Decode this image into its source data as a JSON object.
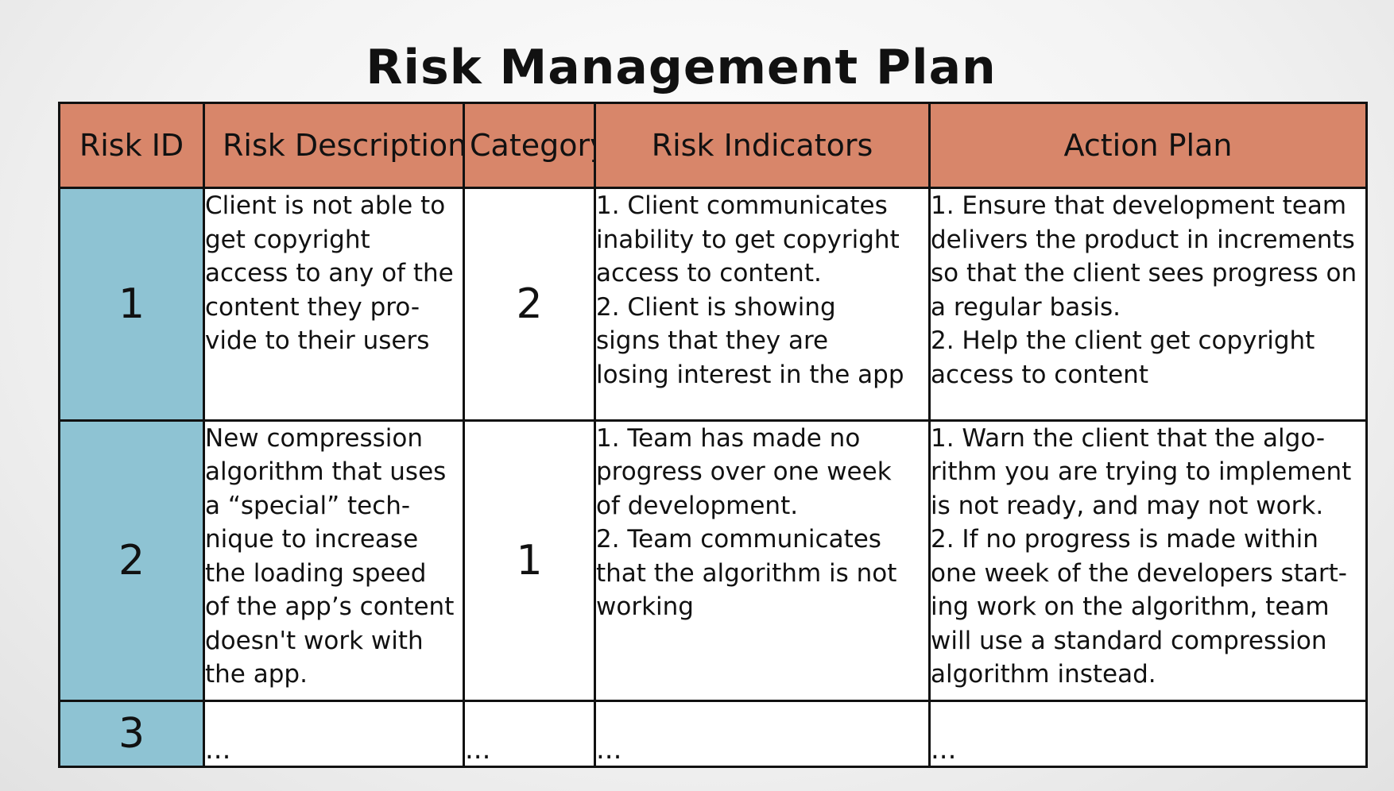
{
  "title": "Risk Management Plan",
  "colors": {
    "header_bg": "#d8866a",
    "id_column_bg": "#8ec3d3",
    "border": "#111111"
  },
  "table": {
    "headers": {
      "risk_id": "Risk ID",
      "risk_description": "Risk Description",
      "category": "Category",
      "risk_indicators": "Risk Indicators",
      "action_plan": "Action Plan"
    },
    "rows": [
      {
        "risk_id": "1",
        "risk_description": [
          "Client is not able to",
          "get copyright",
          "access to any of the",
          "content they pro-",
          "vide to their users"
        ],
        "category": "2",
        "risk_indicators": [
          "1. Client communicates",
          "inability to get copyright",
          "access to content.",
          "2. Client is showing",
          "signs that they are",
          "losing interest in the app"
        ],
        "action_plan": [
          "1. Ensure that development team",
          "delivers the product in increments",
          "so that the client sees progress on",
          "a regular basis.",
          "2. Help the client get copyright",
          "access to content"
        ]
      },
      {
        "risk_id": "2",
        "risk_description": [
          "New compression",
          "algorithm that uses",
          "a “special” tech-",
          "nique to increase",
          "the loading speed",
          "of the app’s content",
          "doesn't work with",
          "the app."
        ],
        "category": "1",
        "risk_indicators": [
          "1. Team has made no",
          "progress over one week",
          "of development.",
          "2. Team communicates",
          "that the algorithm is not",
          "working"
        ],
        "action_plan": [
          "1. Warn the client that the algo-",
          "rithm you are trying to implement",
          "is not ready, and may not work.",
          "2. If no progress is made within",
          "one week of the developers start-",
          "ing work on the algorithm, team",
          "will use a standard compression",
          "algorithm instead."
        ]
      },
      {
        "risk_id": "3",
        "risk_description": "...",
        "category": "...",
        "risk_indicators": "...",
        "action_plan": "..."
      }
    ]
  }
}
